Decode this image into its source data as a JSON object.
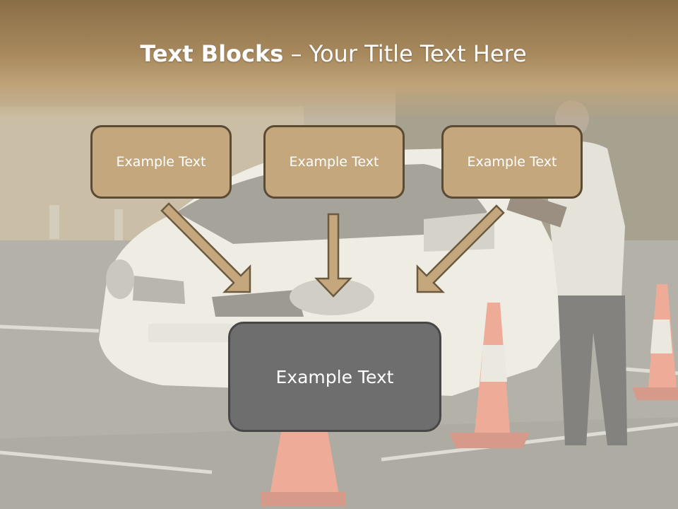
{
  "slide": {
    "title_bold": "Text Blocks",
    "title_separator": "–",
    "title_rest": "Your Title Text Here",
    "box_1_text": "Example Text",
    "box_2_text": "Example Text",
    "box_3_text": "Example Text",
    "main_box_text": "Example Text"
  },
  "colors": {
    "header_band": "#a8895e",
    "box_fill": "#c4a77d",
    "box_border": "#5b4a34",
    "main_box_fill": "#6e6e6e",
    "main_box_border": "#474747",
    "arrow_fill": "#c4a77d",
    "arrow_stroke": "#6b5a40"
  },
  "background_image": "driving-test-car-and-traffic-cones-photo"
}
